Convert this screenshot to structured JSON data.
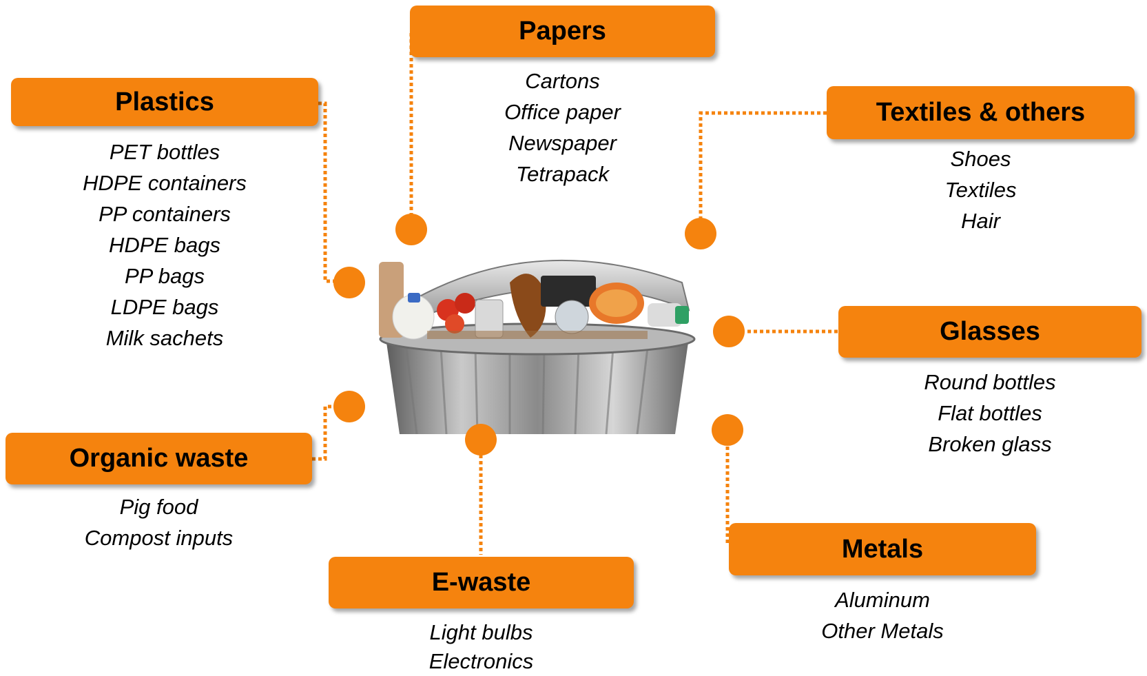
{
  "accent_color": "#F5830E",
  "image": {
    "name": "trash-can-with-waste",
    "description_icon": "garbage-bin-image"
  },
  "categories": {
    "papers": {
      "label": "Papers",
      "items": [
        "Cartons",
        "Office paper",
        "Newspaper",
        "Tetrapack"
      ]
    },
    "plastics": {
      "label": "Plastics",
      "items": [
        "PET bottles",
        "HDPE containers",
        "PP containers",
        "HDPE bags",
        "PP bags",
        "LDPE bags",
        "Milk sachets"
      ]
    },
    "textiles": {
      "label": "Textiles & others",
      "items": [
        "Shoes",
        "Textiles",
        "Hair"
      ]
    },
    "glasses": {
      "label": "Glasses",
      "items": [
        "Round bottles",
        "Flat bottles",
        "Broken glass"
      ]
    },
    "organic": {
      "label": "Organic waste",
      "items": [
        "Pig food",
        "Compost inputs"
      ]
    },
    "ewaste": {
      "label": "E-waste",
      "items": [
        "Light bulbs",
        "Electronics"
      ]
    },
    "metals": {
      "label": "Metals",
      "items": [
        "Aluminum",
        "Other Metals"
      ]
    }
  }
}
